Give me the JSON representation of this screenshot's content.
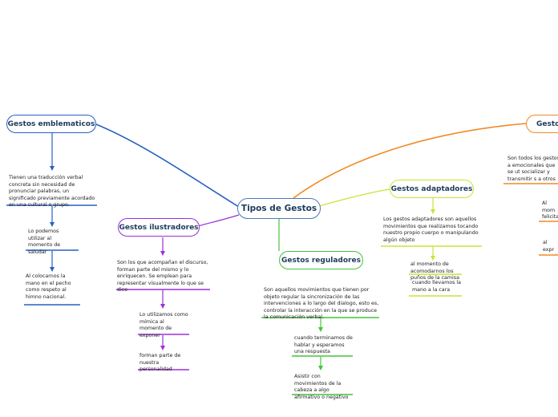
{
  "central": {
    "title": "Tipos de Gestos"
  },
  "branches": {
    "emblematicos": {
      "title": "Gestos emblematicos",
      "color": "#2660c4",
      "notes": [
        "Tienen una traducción verbal concreta sin necesidad de pronunciar palabras, un significado previamente acordado en una cultural o grupo.",
        "Lo podemos utilizar al momento de saludar",
        "Al colocarnos la mano en el pecho como respeto al himno nacional."
      ]
    },
    "ilustradores": {
      "title": "Gestos ilustradores",
      "color": "#9b30d9",
      "notes": [
        "Son los que acompañan el discurso, forman parte del mismo y lo enriquecen. Se emplean para representar visualmente lo que se dice",
        "Lo utilizamos como mímica al momento de exponer",
        "forman parte de nuestra personalidad"
      ]
    },
    "reguladores": {
      "title": "Gestos reguladores",
      "color": "#45c43a",
      "notes": [
        "Son aquellos movimientos que tienen por objeto regular la sincronización de las intervenciones a lo largo del dialogo, esto es, controlar la interacción en la que se produce la comunicación verbal.",
        "cuando terminamos de hablar y esperamos una respuesta",
        "Asistir con movimientos de la cabeza a algo afirmativo o negativo"
      ]
    },
    "adaptadores": {
      "title": "Gestos adaptadores",
      "color": "#c4e636",
      "notes": [
        "Los gestos adaptadores son aquellos movimientos que realizamos tocando nuestro propio cuerpo o manipulando algún objeto",
        "al momento de acomodarnos los puños de la camisa",
        "cuando llevamos la mano a la cara"
      ]
    },
    "cut": {
      "title": "Gestos",
      "color": "#f08a24",
      "notes": [
        "Son todos los gestos a emocionales que se ut socializar y transmitir s a otros",
        "Al mom felicitar por un l",
        "al expr nuestr"
      ]
    }
  }
}
